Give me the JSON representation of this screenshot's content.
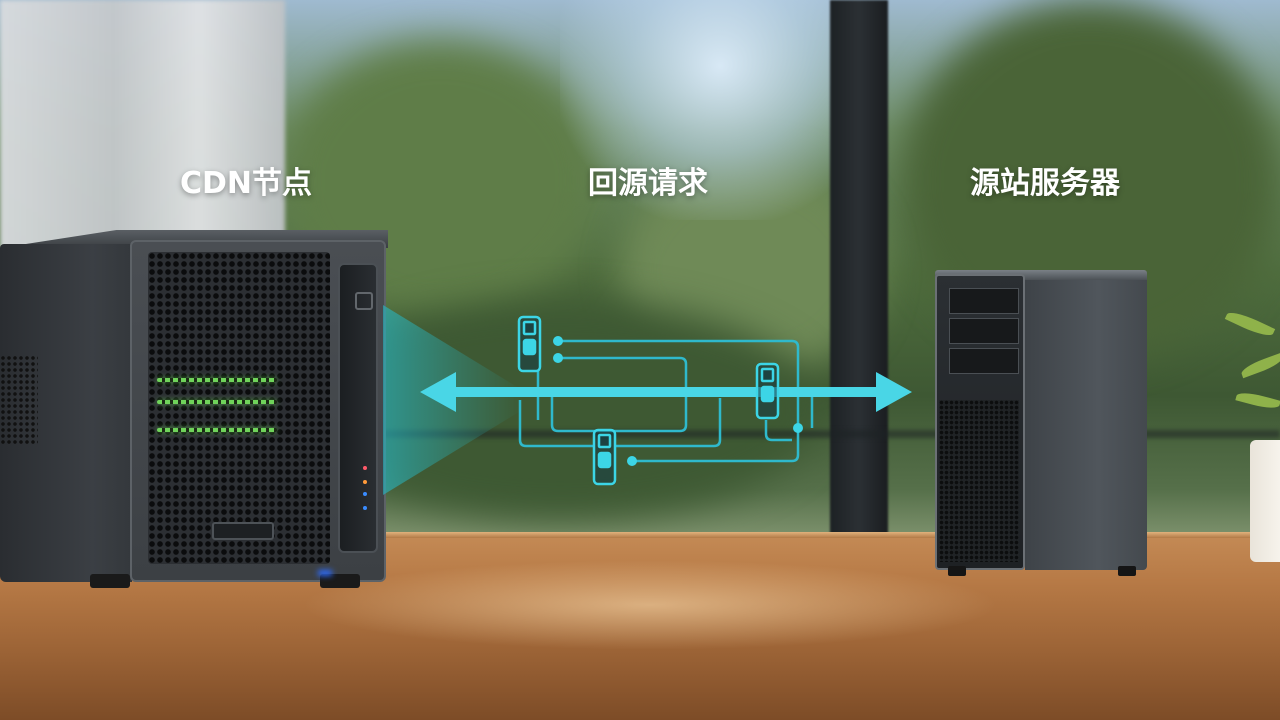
{
  "labels": {
    "cdn_node": "CDN节点",
    "origin_request": "回源请求",
    "origin_server": "源站服务器"
  },
  "colors": {
    "accent_cyan": "#3cd5e6",
    "line_cyan": "#2fb9cc",
    "label_text": "#ffffff"
  },
  "icons": {
    "arrow": "double-headed-arrow",
    "nodes": "server-node-icon",
    "connection_dots": "network-junction"
  }
}
